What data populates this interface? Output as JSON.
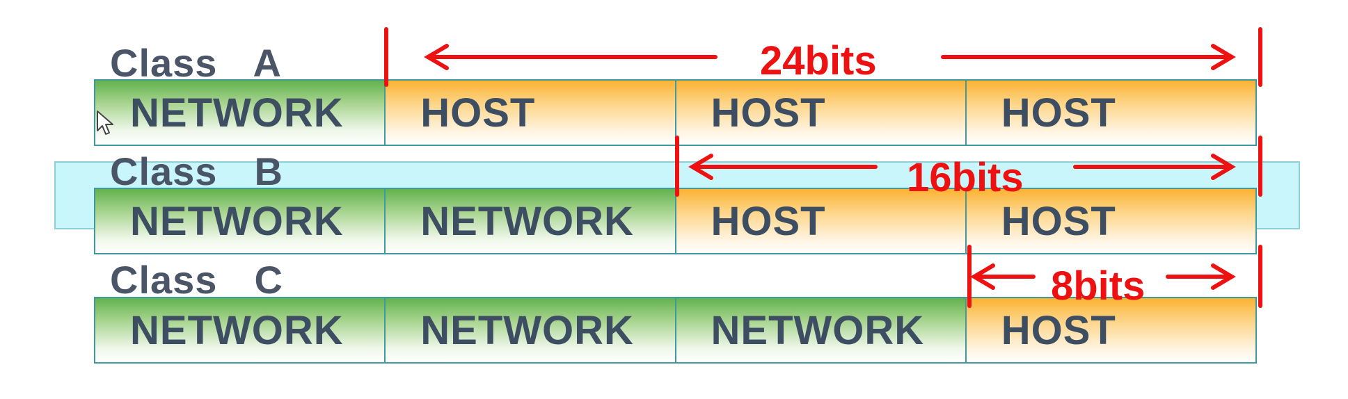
{
  "rows": [
    {
      "label": "Class  A",
      "cells": [
        {
          "text": "NETWORK",
          "kind": "network"
        },
        {
          "text": "HOST",
          "kind": "host"
        },
        {
          "text": "HOST",
          "kind": "host"
        },
        {
          "text": "HOST",
          "kind": "host"
        }
      ],
      "host_bits_label": "24bits"
    },
    {
      "label": "Class  B",
      "cells": [
        {
          "text": "NETWORK",
          "kind": "network"
        },
        {
          "text": "NETWORK",
          "kind": "network"
        },
        {
          "text": "HOST",
          "kind": "host"
        },
        {
          "text": "HOST",
          "kind": "host"
        }
      ],
      "host_bits_label": "16bits"
    },
    {
      "label": "Class  C",
      "cells": [
        {
          "text": "NETWORK",
          "kind": "network"
        },
        {
          "text": "NETWORK",
          "kind": "network"
        },
        {
          "text": "NETWORK",
          "kind": "network"
        },
        {
          "text": "HOST",
          "kind": "host"
        }
      ],
      "host_bits_label": "8bits"
    }
  ],
  "colors": {
    "network": "#62b24e",
    "host": "#fbb232",
    "annotation": "#ee1111",
    "label_text": "#4a5568",
    "class_b_band": "#c9f6fb"
  },
  "icons": [
    "mouse-pointer-icon"
  ]
}
